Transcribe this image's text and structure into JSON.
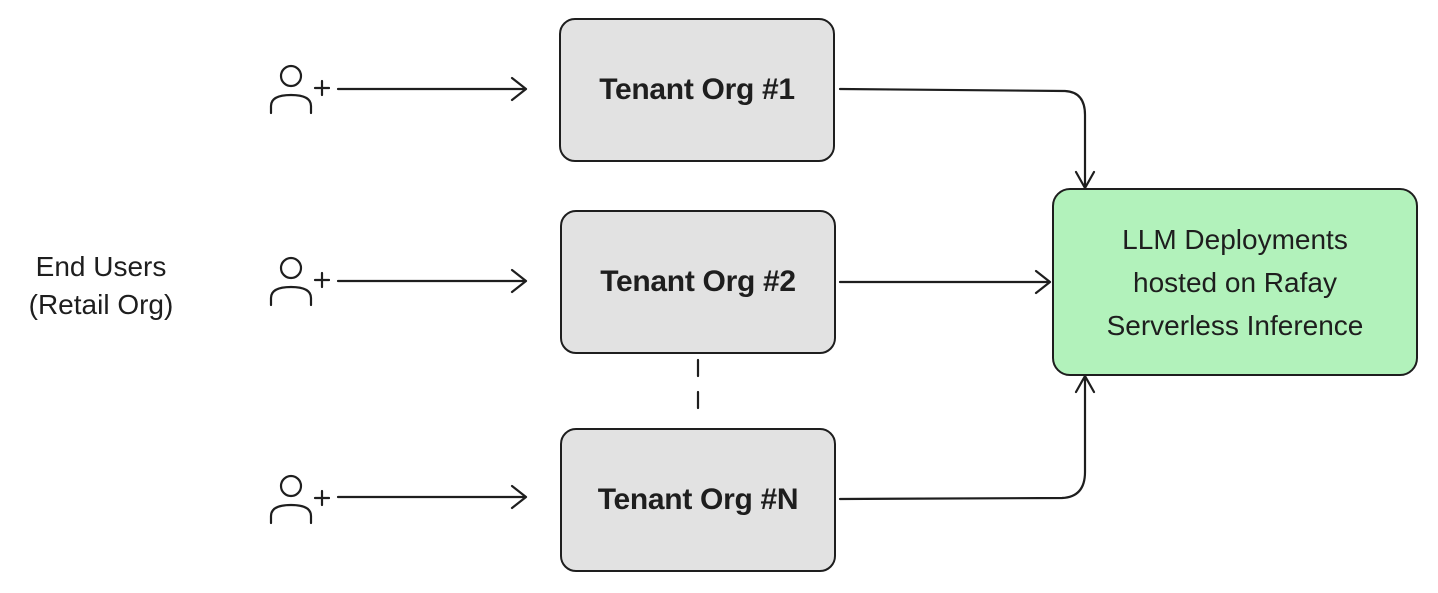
{
  "end_users": {
    "line1": "End Users",
    "line2": "(Retail Org)"
  },
  "tenants": [
    {
      "label": "Tenant Org #1"
    },
    {
      "label": "Tenant Org #2"
    },
    {
      "label": "Tenant Org #N"
    }
  ],
  "llm": {
    "line1": "LLM Deployments",
    "line2": "hosted on Rafay",
    "line3": "Serverless Inference"
  },
  "icons": {
    "user": "add-user-icon"
  },
  "colors": {
    "tenant_fill": "#e2e2e2",
    "llm_fill": "#b2f2bb",
    "stroke": "#1e1e1e"
  }
}
